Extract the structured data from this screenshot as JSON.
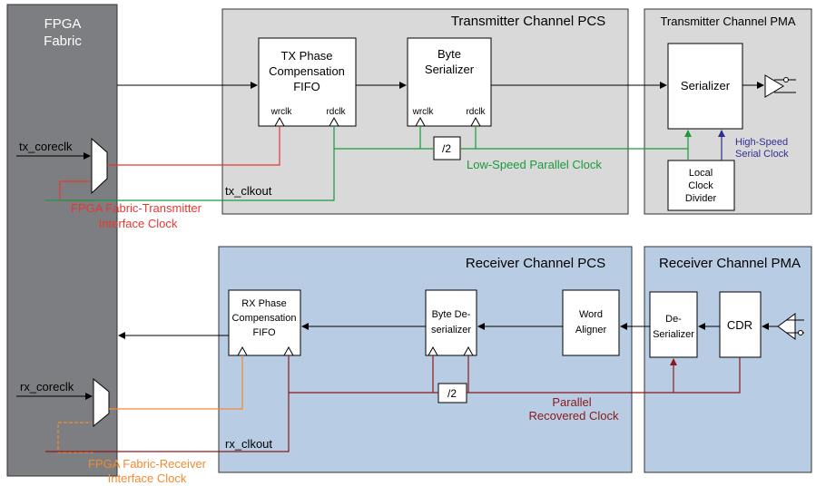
{
  "fpga": {
    "line1": "FPGA",
    "line2": "Fabric"
  },
  "tx_pcs": {
    "title": "Transmitter Channel PCS"
  },
  "tx_pma": {
    "title": "Transmitter Channel PMA"
  },
  "rx_pcs": {
    "title": "Receiver Channel PCS"
  },
  "rx_pma": {
    "title": "Receiver Channel PMA"
  },
  "tx_fifo": {
    "line1": "TX Phase",
    "line2": "Compensation",
    "line3": "FIFO",
    "wr": "wrclk",
    "rd": "rdclk"
  },
  "byte_ser": {
    "line1": "Byte",
    "line2": "Serializer",
    "wr": "wrclk",
    "rd": "rdclk"
  },
  "serializer": {
    "label": "Serializer"
  },
  "lcd": {
    "line1": "Local",
    "line2": "Clock",
    "line3": "Divider"
  },
  "div_tx": "/2",
  "div_rx": "/2",
  "rx_fifo": {
    "line1": "RX Phase",
    "line2": "Compensation",
    "line3": "FIFO"
  },
  "byte_deser": {
    "line1": "Byte De-",
    "line2": "serializer"
  },
  "word_aligner": {
    "line1": "Word",
    "line2": "Aligner"
  },
  "deser": {
    "line1": "De-",
    "line2": "Serializer"
  },
  "cdr": {
    "label": "CDR"
  },
  "labels": {
    "tx_coreclk": "tx_coreclk",
    "tx_clkout": "tx_clkout",
    "rx_coreclk": "rx_coreclk",
    "rx_clkout": "rx_clkout",
    "low_speed": "Low-Speed Parallel Clock",
    "high_speed_1": "High-Speed",
    "high_speed_2": "Serial Clock",
    "tx_if_1": "FPGA Fabric-Transmitter",
    "tx_if_2": "Interface Clock",
    "rx_if_1": "FPGA Fabric-Receiver",
    "rx_if_2": "Interface Clock",
    "parallel_1": "Parallel",
    "parallel_2": "Recovered Clock"
  },
  "colors": {
    "fabric": "#7d7e81",
    "tx_region": "#d9d9d9",
    "rx_region": "#b8cce4",
    "tx_if": "#e8372f",
    "low_speed": "#1a9a3c",
    "high_speed": "#2e3192",
    "rx_if": "#f28a30",
    "recovered": "#8b1a1a"
  }
}
